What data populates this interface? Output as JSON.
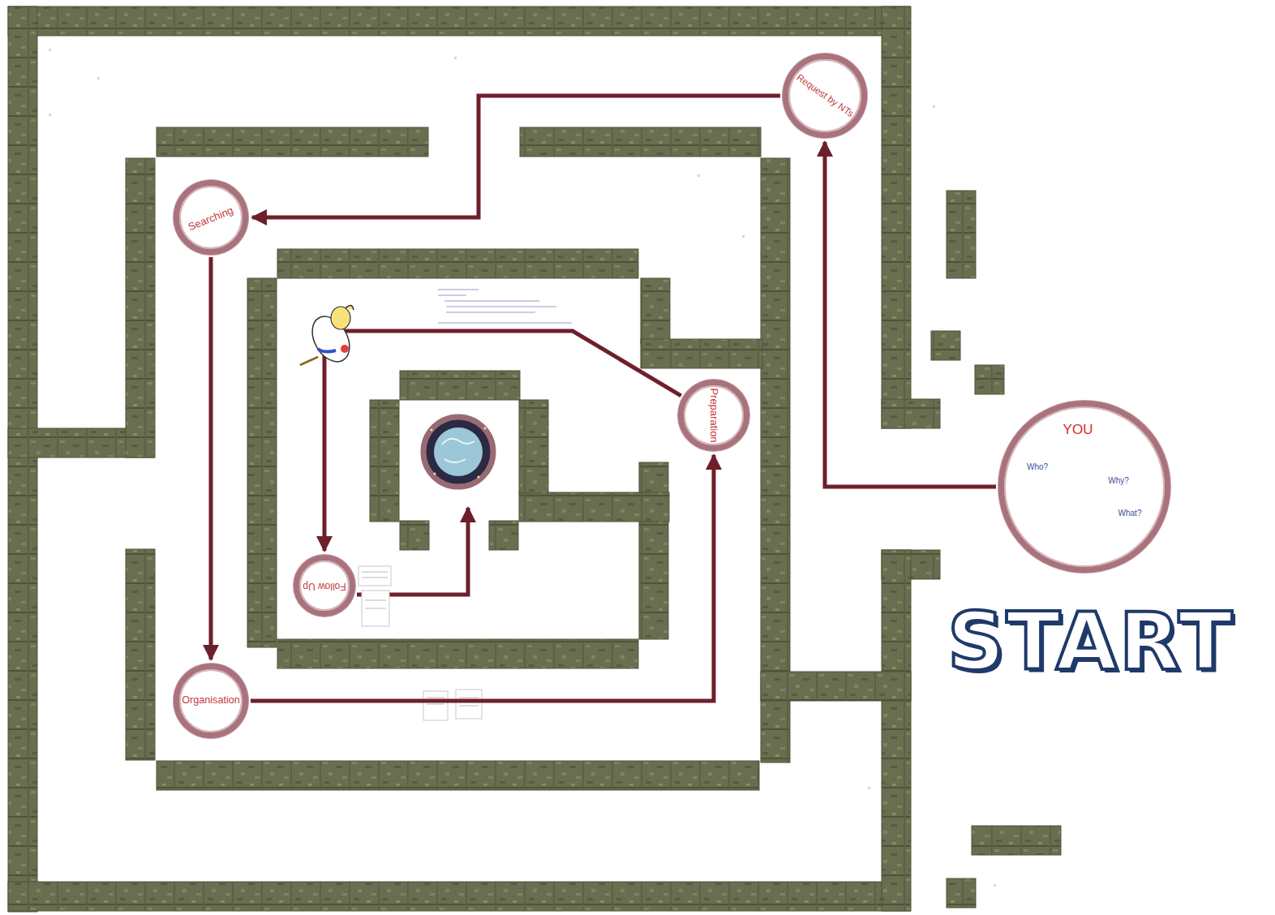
{
  "diagram": {
    "nodes": [
      {
        "text": [
          "YOU",
          "Who?",
          "Why?",
          "What?"
        ]
      },
      {
        "text": [
          "Request by NTs"
        ]
      },
      {
        "text": [
          "Searching"
        ]
      },
      {
        "text": [
          "Organisation"
        ]
      },
      {
        "text": [
          "Preparation"
        ]
      },
      {
        "text": [
          "Follow Up"
        ]
      }
    ],
    "edges": [
      {
        "from": 0,
        "to": 1,
        "arrow": "to"
      },
      {
        "from": 1,
        "to": 2,
        "arrow": "to"
      },
      {
        "from": 2,
        "to": 3,
        "arrow": "to"
      },
      {
        "from": 3,
        "to": 4,
        "arrow": "to"
      },
      {
        "from": 4,
        "to": 5,
        "arrow": "to"
      }
    ],
    "labels": [
      "START"
    ]
  }
}
